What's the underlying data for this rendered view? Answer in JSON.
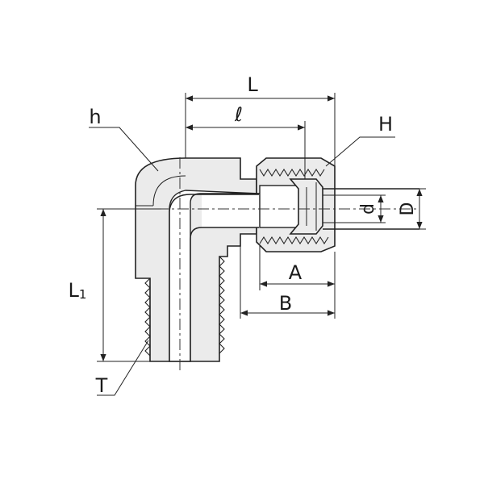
{
  "labels": {
    "L": "L",
    "l": "ℓ",
    "h": "h",
    "H": "H",
    "d": "d",
    "D": "D",
    "A": "A",
    "B": "B",
    "L1_main": "L",
    "L1_sub": "1",
    "T": "T"
  },
  "colors": {
    "body_fill": "#ebebeb",
    "line": "#222222"
  }
}
